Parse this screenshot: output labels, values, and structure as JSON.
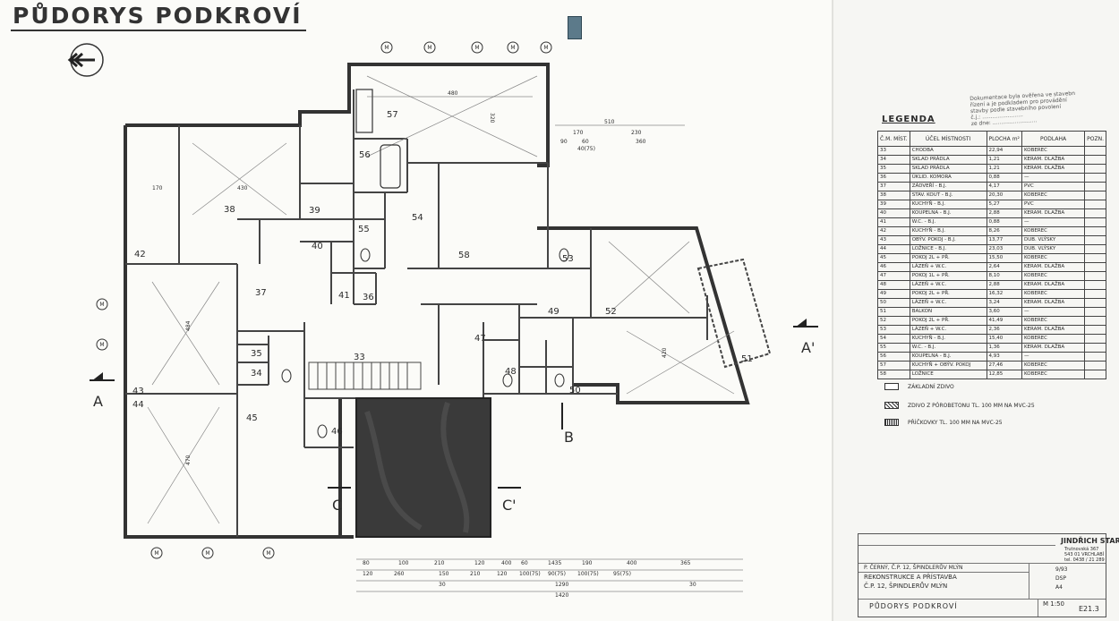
{
  "title": "PŮDORYS PODKROVÍ",
  "rooms": [
    "33",
    "34",
    "35",
    "36",
    "37",
    "38",
    "39",
    "40",
    "41",
    "42",
    "43",
    "44",
    "45",
    "46",
    "47",
    "48",
    "49",
    "50",
    "51",
    "52",
    "53",
    "54",
    "55",
    "56",
    "57",
    "58"
  ],
  "dimensions_top": [
    "480",
    "320",
    "510",
    "170",
    "230",
    "90",
    "60",
    "360",
    "40(75)"
  ],
  "dimensions_bottom_row1": [
    "80",
    "100",
    "210",
    "120",
    "400",
    "60",
    "1435",
    "190",
    "400",
    "365"
  ],
  "dimensions_bottom_row2": [
    "120",
    "260",
    "150",
    "210",
    "120",
    "100(75)",
    "90(75)",
    "100(75)",
    "95(75)"
  ],
  "dimensions_bottom_row3": [
    "30",
    "1290",
    "30"
  ],
  "dimensions_bottom_total": "1420",
  "dimensions_left": [
    "430",
    "170",
    "470",
    "484",
    "420"
  ],
  "section_marks": [
    "A",
    "A'",
    "B",
    "C",
    "C'"
  ],
  "axis_marks": [
    "M",
    "M",
    "M",
    "M",
    "M",
    "M",
    "M",
    "M",
    "M",
    "M"
  ],
  "stamp_lines": [
    "Dokumentace byla ověřena ve stavebním",
    "řízení a je podkladem pro provádění",
    "stavby podle stavebního povolení",
    "č.j.: ........................",
    "ze dne: .........................."
  ],
  "legend": {
    "title": "LEGENDA",
    "headers": [
      "Č.M. MÍST.",
      "ÚČEL MÍSTNOSTI",
      "PLOCHA m²",
      "PODLAHA",
      "POZN."
    ],
    "rows": [
      [
        "33",
        "CHODBA",
        "22,94",
        "KOBEREC",
        ""
      ],
      [
        "34",
        "SKLAD PRÁDLA",
        "1,21",
        "KERAM. DLAŽBA",
        ""
      ],
      [
        "35",
        "SKLAD PRÁDLA",
        "1,21",
        "KERAM. DLAŽBA",
        ""
      ],
      [
        "36",
        "ÚKLID. KOMORA",
        "0,88",
        "—",
        ""
      ],
      [
        "37",
        "ZÁDVEŘÍ - B.J.",
        "4,17",
        "PVC",
        ""
      ],
      [
        "38",
        "STAV. KOUT - B.J.",
        "20,30",
        "KOBEREC",
        ""
      ],
      [
        "39",
        "KUCHYŇ - B.J.",
        "5,27",
        "PVC",
        ""
      ],
      [
        "40",
        "KOUPELNA - B.J.",
        "2,88",
        "KERAM. DLAŽBA",
        ""
      ],
      [
        "41",
        "W.C. - B.J.",
        "0,88",
        "—",
        ""
      ],
      [
        "42",
        "KUCHYŇ - B.J.",
        "8,26",
        "KOBEREC",
        ""
      ],
      [
        "43",
        "OBÝV. POKOJ - B.J.",
        "13,77",
        "DUB. VLÝSKY",
        ""
      ],
      [
        "44",
        "LOŽNICE - B.J.",
        "23,03",
        "DUB. VLÝSKY",
        ""
      ],
      [
        "45",
        "POKOJ 2L + PŘ.",
        "15,50",
        "KOBEREC",
        ""
      ],
      [
        "46",
        "LÁZEŇ + W.C.",
        "2,64",
        "KERAM. DLAŽBA",
        ""
      ],
      [
        "47",
        "POKOJ 1L + PŘ.",
        "8,10",
        "KOBEREC",
        ""
      ],
      [
        "48",
        "LÁZEŇ + W.C.",
        "2,88",
        "KERAM. DLAŽBA",
        ""
      ],
      [
        "49",
        "POKOJ 2L + PŘ.",
        "16,32",
        "KOBEREC",
        ""
      ],
      [
        "50",
        "LÁZEŇ + W.C.",
        "3,24",
        "KERAM. DLAŽBA",
        ""
      ],
      [
        "51",
        "BALKON",
        "3,60",
        "—",
        ""
      ],
      [
        "52",
        "POKOJ 2L + PŘ.",
        "41,49",
        "KOBEREC",
        ""
      ],
      [
        "53",
        "LÁZEŇ + W.C.",
        "2,36",
        "KERAM. DLAŽBA",
        ""
      ],
      [
        "54",
        "KUCHYŇ - B.J.",
        "15,40",
        "KOBEREC",
        ""
      ],
      [
        "55",
        "W.C. - B.J.",
        "1,36",
        "KERAM. DLAŽBA",
        ""
      ],
      [
        "56",
        "KOUPELNA - B.J.",
        "4,93",
        "—",
        ""
      ],
      [
        "57",
        "KUCHYŇ + OBÝV. POKOJ",
        "27,46",
        "KOBEREC",
        ""
      ],
      [
        "58",
        "LOŽNICE",
        "12,85",
        "KOBEREC",
        ""
      ]
    ]
  },
  "key": [
    {
      "label": "ZÁKLADNÍ ZDIVO",
      "style": "plain"
    },
    {
      "label": "ZDIVO Z PÓROBETONU TL. 100 MM NA MVC-25",
      "style": "hatch"
    },
    {
      "label": "PŘÍČKOVKY TL. 100 MM NA MVC-25",
      "style": "dots"
    }
  ],
  "titleblock": {
    "company": "JINDŘICH STARÝ",
    "company_addr1": "Trutnovská 367",
    "company_addr2": "543 01 VRCHLABÍ",
    "company_tel": "tel. 0438 / 21 289",
    "project_owner": "P. ČERNÝ, Č.P. 12, ŠPINDLERŮV MLÝN",
    "project_line1": "REKONSTRUKCE A PŘÍSTAVBA",
    "project_line2": "Č.P. 12, ŠPINDLERŮV MLÝN",
    "drawing_name": "PŮDORYS PODKROVÍ",
    "scale": "M 1:50",
    "sheet": "E21.3",
    "date": "9/93",
    "stage": "DSP",
    "format": "A4"
  }
}
